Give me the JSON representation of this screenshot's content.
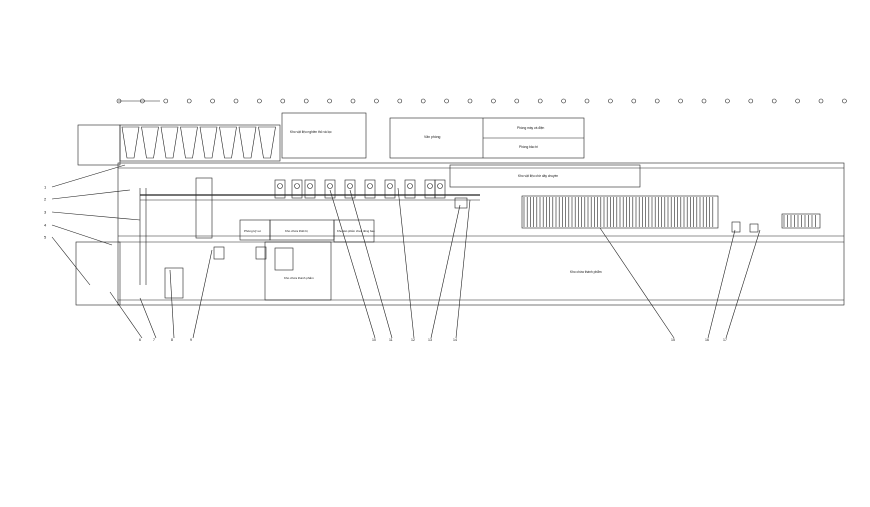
{
  "drawing": {
    "room_labels": {
      "top_left_room": "Kho vật liệu nghiền thô và lọc",
      "office": "Văn phòng",
      "electrical_room": "Phòng máy và điện",
      "upper_right_room": "Phòng bảo trì",
      "long_upper_bay": "Kho vật liệu chờ dây chuyền",
      "control_room": "Phòng kỹ sư",
      "lab": "Kho chứa thiết bị",
      "sample_room": "Kho sản phẩm\nchưa đóng bao",
      "left_warehouse": "Kho chứa thành phẩm",
      "main_warehouse": "Kho chứa thành phẩm"
    },
    "callouts_left": [
      "1",
      "2",
      "3",
      "4",
      "5"
    ],
    "callouts_bottom": [
      "6",
      "7",
      "8",
      "9",
      "10",
      "11",
      "12",
      "13",
      "14",
      "15",
      "16",
      "17"
    ]
  }
}
